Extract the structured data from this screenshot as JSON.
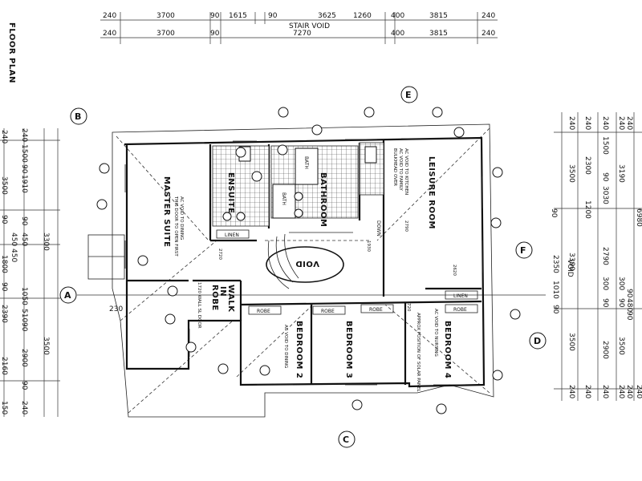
{
  "title": "FLOOR PLAN",
  "top_dimensions": {
    "row1": [
      "240",
      "3700",
      "90",
      "1615",
      "90",
      "3625",
      "1260",
      "400",
      "3815",
      "240"
    ],
    "row2": [
      "240",
      "3700",
      "90",
      "7270",
      "400",
      "3815",
      "240"
    ],
    "stair_void": "STAIR VOID"
  },
  "left_dimensions": {
    "col_a": [
      "240",
      "3500",
      "90",
      "1800",
      "90",
      "2390",
      "2160",
      "150"
    ],
    "col_b": [
      "240",
      "1500",
      "90",
      "1910",
      "90",
      "450",
      "1050",
      "510",
      "90",
      "2900",
      "90",
      "240"
    ],
    "col_c": [
      "3300",
      "3500"
    ],
    "mid": [
      "450",
      "450"
    ],
    "offset": "230"
  },
  "right_dimensions": {
    "col_a": [
      "240",
      "3500",
      "90",
      "3390",
      "3500",
      "240"
    ],
    "col_b": [
      "240",
      "2300",
      "1200",
      "2350",
      "1010",
      "90",
      "240"
    ],
    "col_c": [
      "240",
      "1500",
      "90",
      "3030",
      "2790",
      "300",
      "90",
      "2900",
      "240"
    ],
    "col_d": [
      "240",
      "3190",
      "300",
      "90",
      "3500",
      "240"
    ],
    "col_e": [
      "240",
      "90",
      "480",
      "90",
      "240"
    ],
    "col_f": [
      "6980",
      "240"
    ],
    "void_label": "VOID"
  },
  "grid_markers": [
    "A",
    "B",
    "C",
    "D",
    "E",
    "F"
  ],
  "rooms": {
    "master_suite": "MASTER SUITE",
    "ensuite": "ENSUITE",
    "bathroom": "BATHROOM",
    "leisure_room": "LEISURE ROOM",
    "walk_in_robe_1": "WALK",
    "walk_in_robe_2": "IN",
    "walk_in_robe_3": "ROBE",
    "bedroom_2": "BEDROOM 2",
    "bedroom_3": "BEDROOM 3",
    "bedroom_4": "BEDROOM 4",
    "void": "VOID",
    "robe_1": "ROBE",
    "robe_2": "ROBE",
    "robe_3": "ROBE",
    "robe_4": "ROBE",
    "linen_1": "LINEN",
    "linen_2": "LINEN",
    "bath": "BATH",
    "down": "DOWN"
  },
  "notes": {
    "ac_void_master": "AC VOID TO DINING",
    "this_door": "THIS DOOR TO OPEN FIRST",
    "ac_void_kitchen": "AC VOID TO KITCHEN",
    "ac_void_family": "AC VOID TO FAMILY",
    "bulkhead": "BULKHEAD OVER",
    "ac_void_bed2": "AC VOID TO DINING",
    "approx_solar": "APPROX POSITION OF SOLAR PANEL",
    "ac_void_bed4": "AC VOID TO NURSING",
    "sl_door": "1720 WALL SL DOOR",
    "d2790": "2790",
    "d2620": "2620",
    "d2720": "2720",
    "d1930": "1930",
    "d720": "720"
  },
  "colors": {
    "ink": "#111111",
    "paper": "#ffffff"
  }
}
